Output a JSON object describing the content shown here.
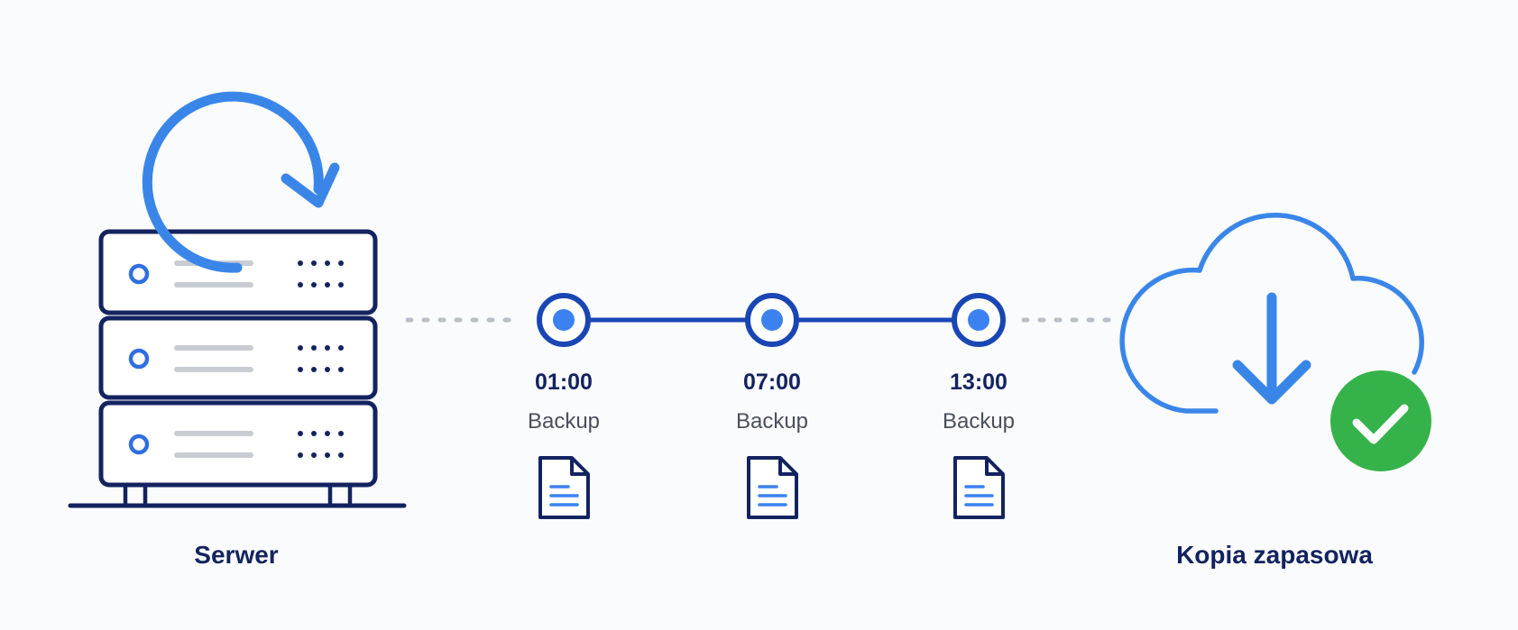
{
  "server": {
    "label": "Serwer",
    "icon": "server-rack-icon",
    "refresh_icon": "refresh-arrow-icon"
  },
  "timeline": {
    "nodes": [
      {
        "time": "01:00",
        "label": "Backup",
        "icon": "document-icon"
      },
      {
        "time": "07:00",
        "label": "Backup",
        "icon": "document-icon"
      },
      {
        "time": "13:00",
        "label": "Backup",
        "icon": "document-icon"
      }
    ]
  },
  "destination": {
    "label": "Kopia zapasowa",
    "icon": "cloud-download-icon",
    "status_icon": "check-circle-icon"
  },
  "colors": {
    "navy": "#13235f",
    "blue": "#3a86e8",
    "timeline_blue": "#1a46b4",
    "dot_blue": "#3b82f0",
    "connector_gray": "#b9bec8",
    "check_green": "#36b24a",
    "bar_gray": "#c9ccd3"
  }
}
